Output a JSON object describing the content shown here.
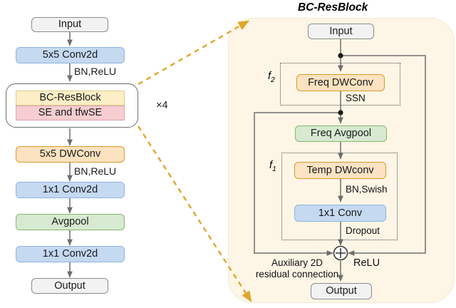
{
  "figure": {
    "type": "neural-network-architecture-diagram",
    "left_pipeline": {
      "nodes": [
        {
          "id": "input",
          "label": "Input",
          "style": "gray"
        },
        {
          "id": "conv5x5",
          "label": "5x5 Conv2d",
          "style": "blue"
        },
        {
          "id": "bcresblock",
          "label": "BC-ResBlock",
          "style": "yellow"
        },
        {
          "id": "se",
          "label": "SE and tfwSE",
          "style": "pink"
        },
        {
          "id": "dwconv5x5",
          "label": "5x5 DWConv",
          "style": "orange"
        },
        {
          "id": "conv1x1_a",
          "label": "1x1 Conv2d",
          "style": "blue"
        },
        {
          "id": "avgpool",
          "label": "Avgpool",
          "style": "green"
        },
        {
          "id": "conv1x1_b",
          "label": "1x1 Conv2d",
          "style": "blue"
        },
        {
          "id": "output",
          "label": "Output",
          "style": "gray"
        }
      ],
      "edge_labels": [
        {
          "id": "bnrelu_1",
          "label": "BN,ReLU"
        },
        {
          "id": "bnrelu_2",
          "label": "BN,ReLU"
        }
      ],
      "repeat_label": "×4"
    },
    "right_panel": {
      "title": "BC-ResBlock",
      "nodes": [
        {
          "id": "r_input",
          "label": "Input",
          "style": "gray"
        },
        {
          "id": "freq_dwconv",
          "label": "Freq DWConv",
          "style": "orange"
        },
        {
          "id": "freq_avgpool",
          "label": "Freq Avgpool",
          "style": "green"
        },
        {
          "id": "temp_dwconv",
          "label": "Temp DWconv",
          "style": "orange"
        },
        {
          "id": "conv1x1",
          "label": "1x1 Conv",
          "style": "blue"
        },
        {
          "id": "r_output",
          "label": "Output",
          "style": "gray"
        }
      ],
      "group_labels": [
        {
          "id": "f2",
          "label": "f",
          "sub": "2"
        },
        {
          "id": "f1",
          "label": "f",
          "sub": "1"
        }
      ],
      "edge_labels": [
        {
          "id": "ssn",
          "label": "SSN"
        },
        {
          "id": "bnswish",
          "label": "BN,Swish"
        },
        {
          "id": "dropout",
          "label": "Dropout"
        },
        {
          "id": "relu",
          "label": "ReLU"
        }
      ],
      "annotation": {
        "line1": "Auxiliary 2D",
        "line2": "residual connection"
      },
      "sum_symbol": "+"
    },
    "colors": {
      "gray_fill": "#f2f2f2",
      "blue_fill": "#c5d9f1",
      "orange_fill": "#fce2c0",
      "green_fill": "#d7ead1",
      "yellow_fill": "#fdeec6",
      "pink_fill": "#f6ced2",
      "panel_fill": "#fdf6e6",
      "connector_orange": "#e0a62a",
      "arrow_gray": "#6e6e6e"
    }
  }
}
